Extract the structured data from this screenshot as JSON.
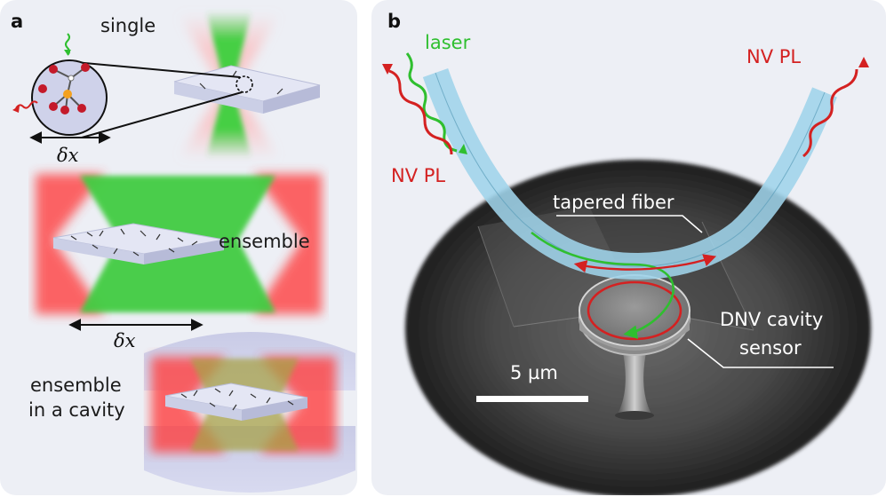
{
  "panel_a": {
    "label": "a",
    "single": "single",
    "ensemble": "ensemble",
    "cavity_line1": "ensemble",
    "cavity_line2": "in a cavity",
    "delta_x": "δx"
  },
  "panel_b": {
    "label": "b",
    "laser": "laser",
    "nv_pl": "NV PL",
    "tapered_fiber": "tapered fiber",
    "cavity_line1": "DNV cavity",
    "cavity_line2": "sensor",
    "scale_bar": "5 µm"
  },
  "colors": {
    "laser_green": "#2fbf2f",
    "pl_red": "#d42121",
    "fiber_blue": "#9fd4ea",
    "panel_bg": "#edeff5",
    "diamond_slab": "#d9dcef"
  }
}
